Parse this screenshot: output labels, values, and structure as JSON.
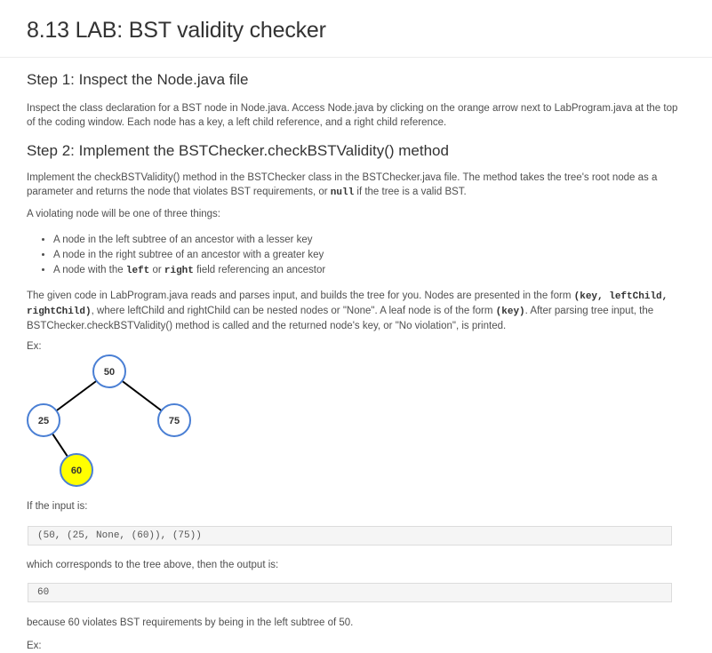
{
  "title": "8.13 LAB: BST validity checker",
  "step1": {
    "heading": "Step 1: Inspect the Node.java file",
    "text": "Inspect the class declaration for a BST node in Node.java. Access Node.java by clicking on the orange arrow next to LabProgram.java at the top of the coding window. Each node has a key, a left child reference, and a right child reference."
  },
  "step2": {
    "heading": "Step 2: Implement the BSTChecker.checkBSTValidity() method",
    "p1_a": "Implement the checkBSTValidity() method in the BSTChecker class in the BSTChecker.java file. The method takes the tree's root node as a parameter and returns the node that violates BST requirements, or ",
    "p1_code": "null",
    "p1_b": " if the tree is a valid BST.",
    "p2": "A violating node will be one of three things:",
    "bullets": {
      "b1": "A node in the left subtree of an ancestor with a lesser key",
      "b2": "A node in the right subtree of an ancestor with a greater key",
      "b3_a": "A node with the ",
      "b3_code1": "left",
      "b3_mid": " or ",
      "b3_code2": "right",
      "b3_b": " field referencing an ancestor"
    },
    "p3_a": "The given code in LabProgram.java reads and parses input, and builds the tree for you. Nodes are presented in the form ",
    "p3_code1": "(key, leftChild, rightChild)",
    "p3_b": ", where leftChild and rightChild can be nested nodes or \"None\". A leaf node is of the form ",
    "p3_code2": "(key)",
    "p3_c": ". After parsing tree input, the BSTChecker.checkBSTValidity() method is called and the returned node's key, or \"No violation\", is printed.",
    "ex_label": "Ex:",
    "tree": {
      "root": "50",
      "left": "25",
      "right": "75",
      "left_right": "60",
      "highlight_color": "#ffff00",
      "border_color": "#4a7fd4"
    },
    "if_input": "If the input is:",
    "input_code": "(50, (25, None, (60)), (75))",
    "corresponds": "which corresponds to the tree above, then the output is:",
    "output_code": "60",
    "because": "because 60 violates BST requirements by being in the left subtree of 50.",
    "ex_label2": "Ex:"
  }
}
